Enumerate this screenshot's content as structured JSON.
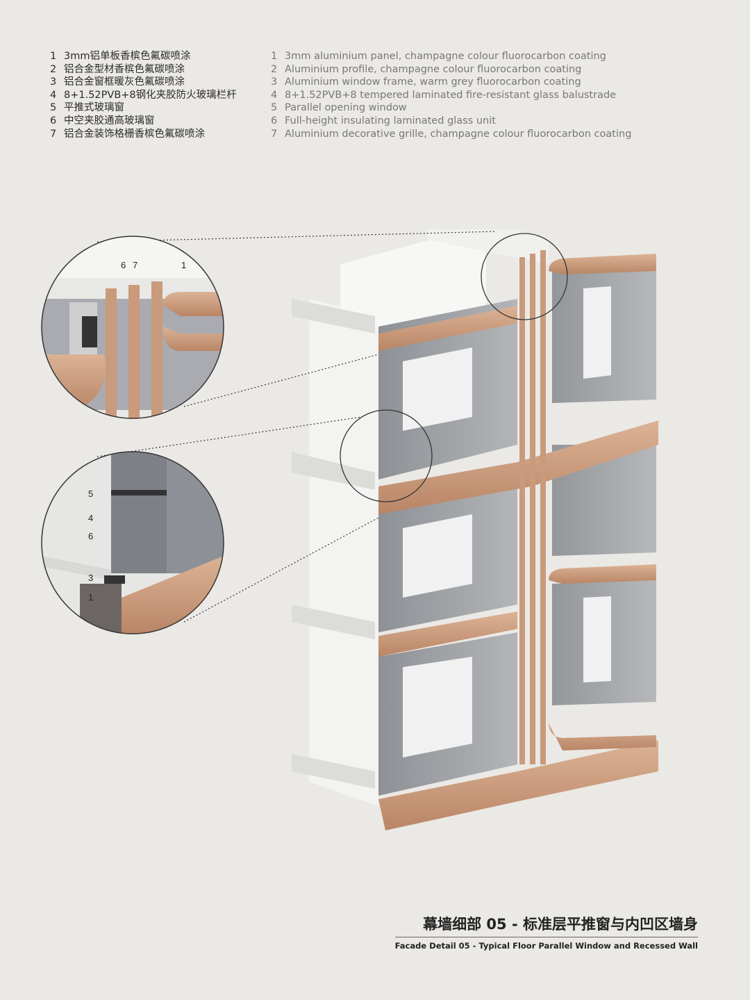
{
  "legend": {
    "cn": [
      {
        "num": "1",
        "text": "3mm铝单板香槟色氟碳喷涂"
      },
      {
        "num": "2",
        "text": "铝合金型材香槟色氟碳喷涂"
      },
      {
        "num": "3",
        "text": "铝合金窗框暖灰色氟碳喷涂"
      },
      {
        "num": "4",
        "text": "8+1.52PVB+8钢化夹胶防火玻璃栏杆"
      },
      {
        "num": "5",
        "text": "平推式玻璃窗"
      },
      {
        "num": "6",
        "text": "中空夹胶通高玻璃窗"
      },
      {
        "num": "7",
        "text": "铝合金装饰格栅香槟色氟碳喷涂"
      }
    ],
    "en": [
      {
        "num": "1",
        "text": "3mm aluminium panel, champagne colour fluorocarbon coating"
      },
      {
        "num": "2",
        "text": "Aluminium profile, champagne colour fluorocarbon coating"
      },
      {
        "num": "3",
        "text": "Aluminium window frame, warm grey fluorocarbon coating"
      },
      {
        "num": "4",
        "text": "8+1.52PVB+8 tempered laminated fire-resistant glass balustrade"
      },
      {
        "num": "5",
        "text": "Parallel opening window"
      },
      {
        "num": "6",
        "text": "Full-height insulating laminated glass unit"
      },
      {
        "num": "7",
        "text": "Aluminium decorative grille, champagne colour fluorocarbon coating"
      }
    ]
  },
  "callouts": {
    "top": [
      "6",
      "7",
      "1"
    ],
    "bottom": [
      "5",
      "4",
      "6",
      "3",
      "1"
    ]
  },
  "title": {
    "cn": "幕墙细部 05 - 标准层平推窗与内凹区墙身",
    "en": "Facade Detail 05 -  Typical Floor Parallel Window and Recessed Wall"
  },
  "colors": {
    "background": "#ebe9e5",
    "copper": "#c99a7b",
    "glass": "#8c9096",
    "wall": "#f4f4f2"
  }
}
